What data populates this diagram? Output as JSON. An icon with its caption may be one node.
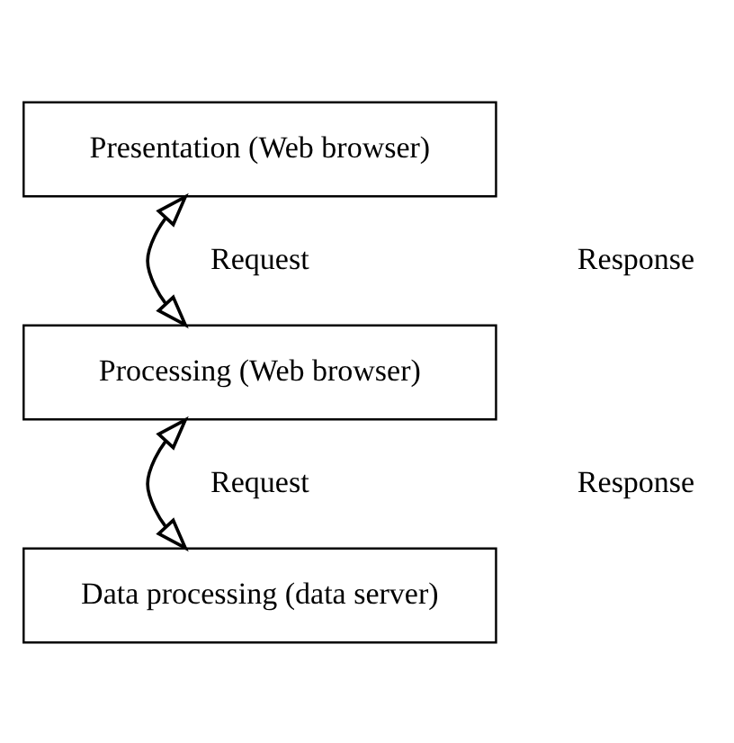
{
  "diagram": {
    "nodes": [
      {
        "text": [
          "Presentation (Web browser)"
        ]
      },
      {
        "text": [
          "Processing (Web browser)"
        ]
      },
      {
        "text": [
          "Data processing (data server)"
        ]
      }
    ],
    "edges": [
      {
        "from": 0,
        "to": 1,
        "arrow": "both"
      },
      {
        "from": 1,
        "to": 2,
        "arrow": "both"
      }
    ],
    "labels": [
      "Request",
      "Response",
      "Request",
      "Response"
    ]
  }
}
